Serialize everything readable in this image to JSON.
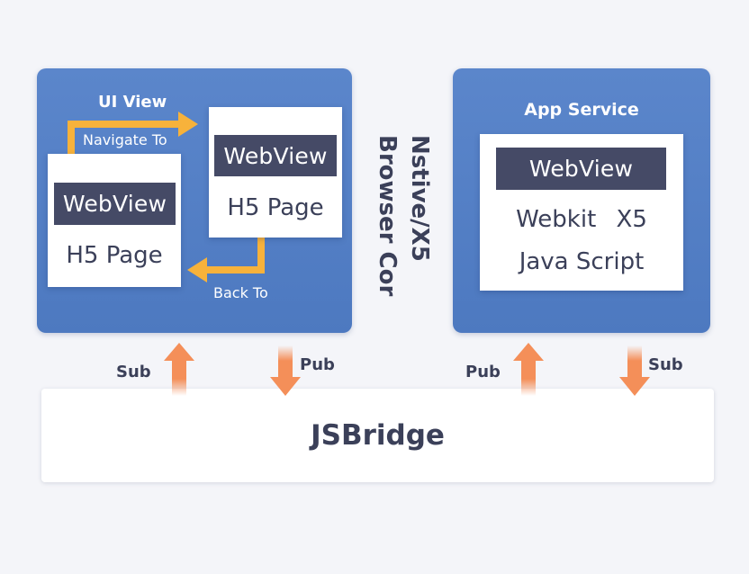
{
  "ui_view": {
    "title": "UI View",
    "navigate_label": "Navigate To",
    "back_label": "Back To",
    "left_card": {
      "webview": "WebView",
      "page": "H5 Page"
    },
    "right_card": {
      "webview": "WebView",
      "page": "H5 Page"
    }
  },
  "side_label": {
    "line1": "Nstive/X5",
    "line2": "Browser Cor"
  },
  "app_service": {
    "title": "App Service",
    "webview": "WebView",
    "engines": "Webkit X5",
    "script": "Java Script"
  },
  "bridge": {
    "label": "JSBridge",
    "arrows": {
      "ui_sub": "Sub",
      "ui_pub": "Pub",
      "app_pub": "Pub",
      "app_sub": "Sub"
    }
  },
  "colors": {
    "panel": "#5581c6",
    "webview_bar": "#454a66",
    "flow_arrow": "#f7b23b",
    "bus_arrow": "#f48f59",
    "text_dark": "#3b4059"
  }
}
